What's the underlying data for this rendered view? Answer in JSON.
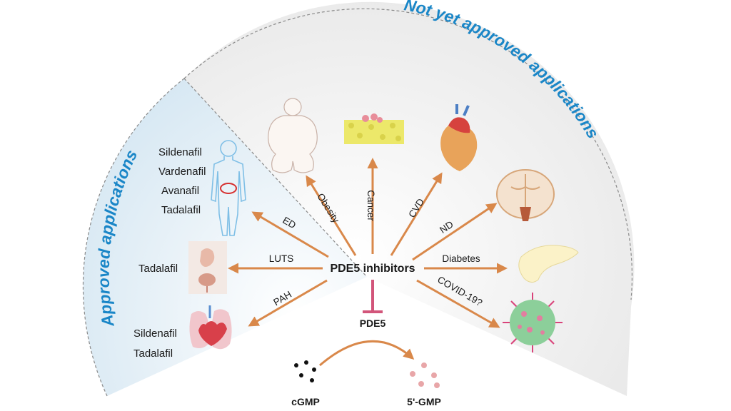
{
  "regions": {
    "approved_title": "Approved applications",
    "not_approved_title": "Not yet approved applications"
  },
  "center": {
    "label": "PDE5 inhibitors",
    "enzyme": "PDE5",
    "substrate": "cGMP",
    "product": "5'-GMP"
  },
  "approved": [
    {
      "arrow": "ED",
      "drugs": [
        "Sildenafil",
        "Vardenafil",
        "Avanafil",
        "Tadalafil"
      ],
      "icon": "male-body-icon"
    },
    {
      "arrow": "LUTS",
      "drugs": [
        "Tadalafil"
      ],
      "icon": "urinary-tract-icon"
    },
    {
      "arrow": "PAH",
      "drugs": [
        "Sildenafil",
        "Tadalafil"
      ],
      "icon": "lungs-heart-icon"
    }
  ],
  "not_approved": [
    {
      "arrow": "Obesity",
      "icon": "obese-body-icon"
    },
    {
      "arrow": "Cancer",
      "icon": "tissue-cells-icon"
    },
    {
      "arrow": "CVD",
      "icon": "heart-icon"
    },
    {
      "arrow": "ND",
      "icon": "brain-icon"
    },
    {
      "arrow": "Diabetes",
      "icon": "pancreas-icon"
    },
    {
      "arrow": "COVID-19?",
      "icon": "virus-icon"
    }
  ],
  "colors": {
    "arrow": "#d9884a",
    "inhibit": "#d2557a",
    "title": "#1a86c7",
    "approved_bg": "#e2eef6",
    "not_approved_bg": "#eeeeee"
  }
}
